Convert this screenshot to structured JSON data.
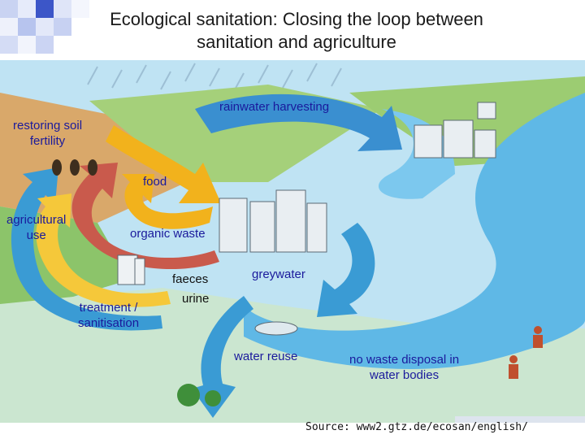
{
  "title": {
    "line1": "Ecological sanitation: Closing the loop between",
    "line2": "sanitation and agriculture"
  },
  "labels": {
    "rainwater_harvesting": "rainwater harvesting",
    "restoring_soil_line1": "restoring soil",
    "restoring_soil_line2": "fertility",
    "food": "food",
    "agricultural_line1": "agricultural",
    "agricultural_line2": "use",
    "organic_waste": "organic waste",
    "faeces": "faeces",
    "urine": "urine",
    "greywater": "greywater",
    "treatment_line1": "treatment /",
    "treatment_line2": "sanitisation",
    "water_reuse": "water reuse",
    "no_waste_line1": "no waste disposal in",
    "no_waste_line2": "water bodies"
  },
  "source": "Source: www2.gtz.de/ecosan/english/",
  "colors": {
    "sky": "#bfe3f3",
    "river": "#5fb8e6",
    "arrow_blue": "#3a8fd0",
    "arrow_yellow": "#f2b21c",
    "arrow_red": "#c95a4c",
    "field_green": "#8cc46a",
    "field_orange": "#d9a86a"
  }
}
